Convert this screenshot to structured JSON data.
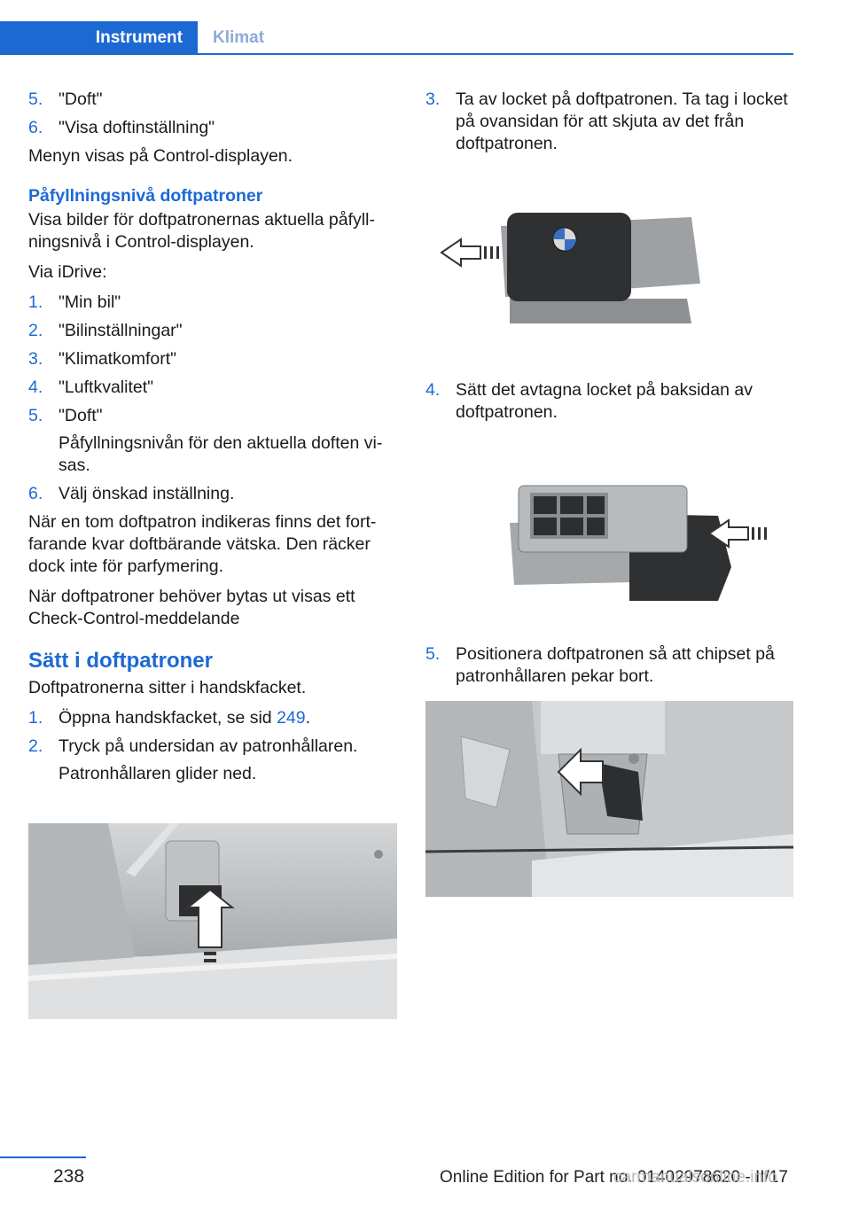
{
  "header": {
    "tab_active": "Instrument",
    "tab_inactive": "Klimat"
  },
  "left": {
    "list_a": [
      {
        "num": "5.",
        "text": "\"Doft\""
      },
      {
        "num": "6.",
        "text": "\"Visa doftinställning\""
      }
    ],
    "para_menu": "Menyn visas på Control-displayen.",
    "heading_fill": "Påfyllningsnivå doftpatroner",
    "para_fill": "Visa bilder för doftpatronernas aktuella påfyll­ningsnivå i Control-displayen.",
    "para_idrive": "Via iDrive:",
    "list_b": [
      {
        "num": "1.",
        "text": "\"Min bil\""
      },
      {
        "num": "2.",
        "text": "\"Bilinställningar\""
      },
      {
        "num": "3.",
        "text": "\"Klimatkomfort\""
      },
      {
        "num": "4.",
        "text": "\"Luftkvalitet\""
      },
      {
        "num": "5.",
        "text": "\"Doft\"",
        "sub": "Påfyllningsnivån för den aktuella doften vi­sas."
      },
      {
        "num": "6.",
        "text": "Välj önskad inställning."
      }
    ],
    "para_empty": "När en tom doftpatron indikeras finns det fort­farande kvar doftbärande vätska. Den räcker dock inte för parfymering.",
    "para_replace": "När doftpatroner behöver bytas ut visas ett Check-Control-meddelande",
    "heading_insert": "Sätt i doftpatroner",
    "para_glovebox": "Doftpatronerna sitter i handskfacket.",
    "list_c": [
      {
        "num": "1.",
        "text_before": "Öppna handskfacket, se sid ",
        "link": "249",
        "text_after": "."
      },
      {
        "num": "2.",
        "text": "Tryck på undersidan av patronhållaren.",
        "sub": "Patronhållaren glider ned."
      }
    ]
  },
  "right": {
    "step3": {
      "num": "3.",
      "text": "Ta av locket på doftpatronen. Ta tag i locket på ovansidan för att skjuta av det från doftpatronen."
    },
    "step4": {
      "num": "4.",
      "text": "Sätt det avtagna locket på baksidan av doftpatronen."
    },
    "step5": {
      "num": "5.",
      "text": "Positionera doftpatronen så att chipset på patronhållaren pekar bort."
    }
  },
  "footer": {
    "page_number": "238",
    "edition": "Online Edition for Part no. 01402978620 - II/17",
    "watermark": "carmanualsonline.info"
  },
  "colors": {
    "accent": "#1c69d4"
  }
}
